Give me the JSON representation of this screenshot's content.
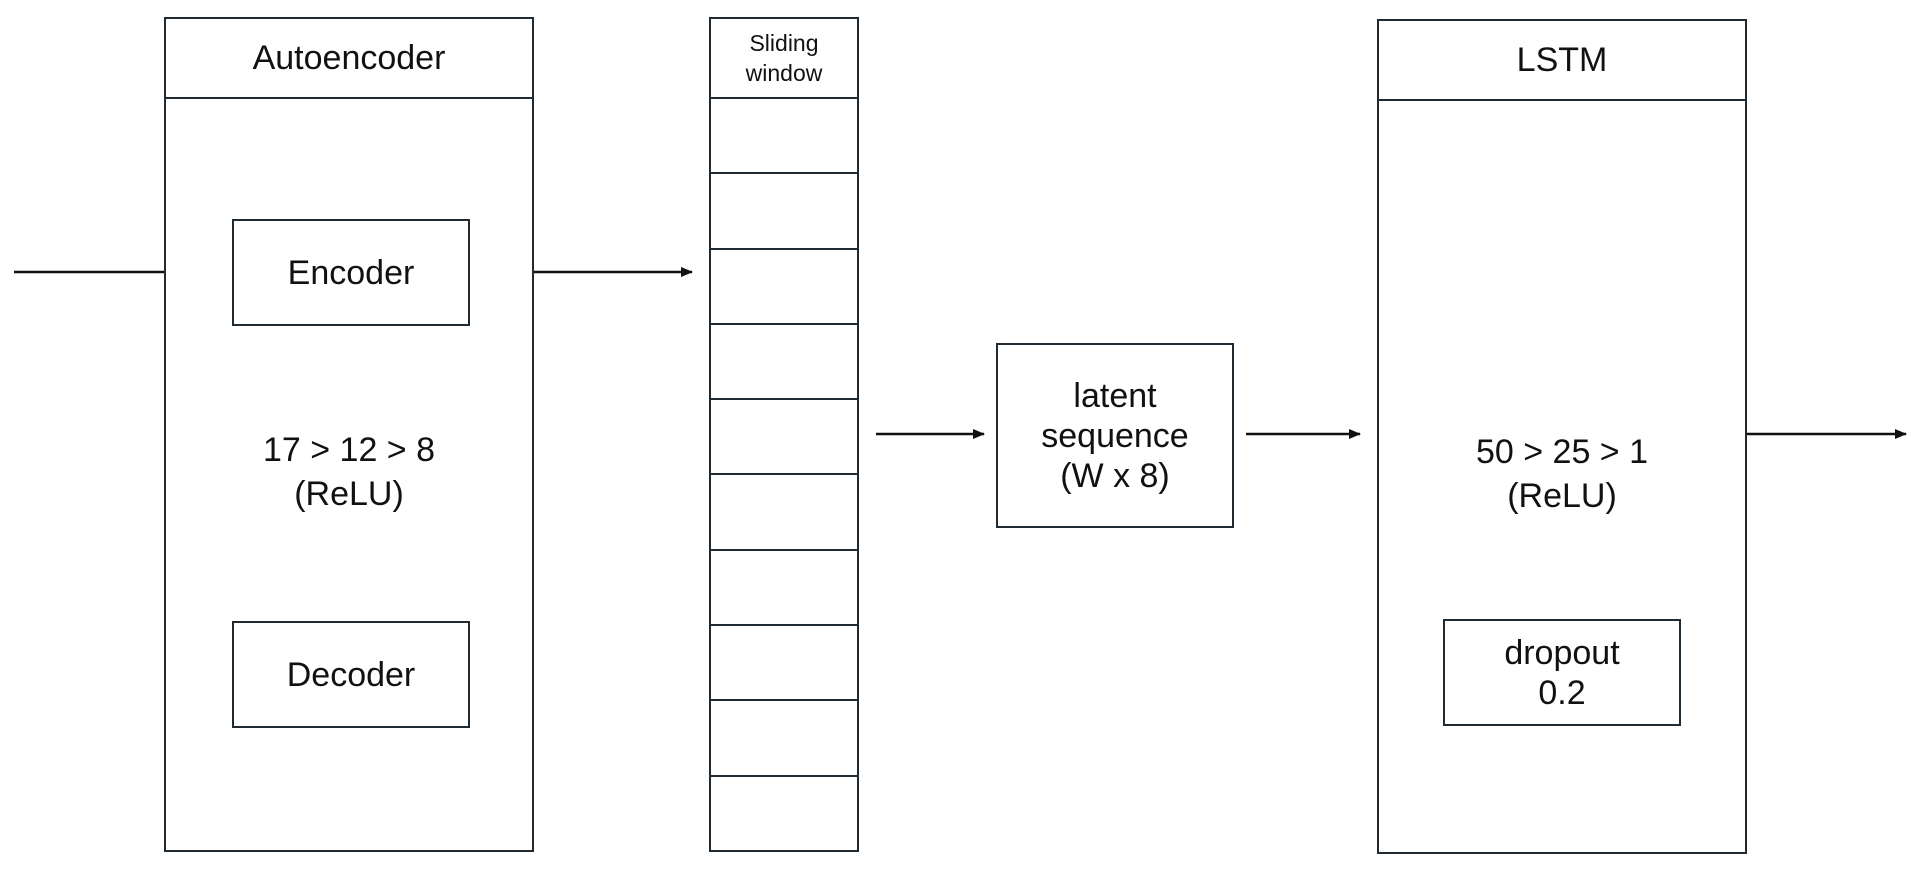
{
  "autoencoder": {
    "title": "Autoencoder",
    "encoder": "Encoder",
    "decoder": "Decoder",
    "layers": "17 > 12 > 8",
    "activation": "(ReLU)"
  },
  "sliding_window": {
    "title_line1": "Sliding",
    "title_line2": "window",
    "cell_count": 10
  },
  "latent": {
    "line1": "latent",
    "line2": "sequence",
    "line3": "(W x 8)"
  },
  "lstm": {
    "title": "LSTM",
    "layers": "50 > 25 > 1",
    "activation": "(ReLU)",
    "dropout_label": "dropout",
    "dropout_value": "0.2"
  }
}
